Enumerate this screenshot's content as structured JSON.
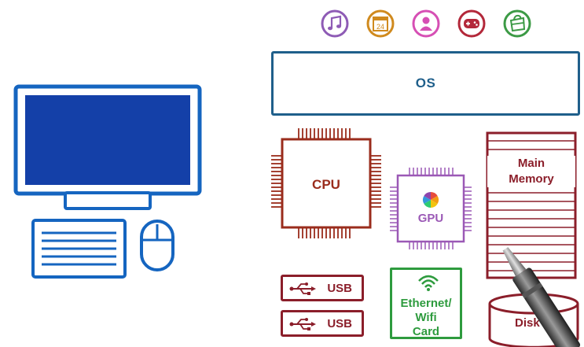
{
  "app_icons": [
    {
      "name": "music-note-icon",
      "color": "#8e5bb5"
    },
    {
      "name": "calendar-icon",
      "color": "#d08a1e",
      "text": "24"
    },
    {
      "name": "user-icon",
      "color": "#d64fb4"
    },
    {
      "name": "game-controller-icon",
      "color": "#b3283a"
    },
    {
      "name": "shopping-bag-icon",
      "color": "#3c9a45"
    }
  ],
  "os": {
    "label": "OS",
    "color": "#1f5f8b"
  },
  "cpu": {
    "label": "CPU",
    "color": "#9a2c1c"
  },
  "gpu": {
    "label": "GPU",
    "color": "#9b59b6"
  },
  "main_memory": {
    "label_line1": "Main",
    "label_line2": "Memory",
    "color": "#8b1e2a"
  },
  "usb_ports": [
    {
      "label": "USB"
    },
    {
      "label": "USB"
    }
  ],
  "network_card": {
    "line1": "Ethernet/",
    "line2": "Wifi",
    "line3": "Card",
    "color": "#2e9b3e"
  },
  "disk": {
    "label": "Disk",
    "color": "#8b1e2a"
  },
  "computer_color": "#1565c0"
}
